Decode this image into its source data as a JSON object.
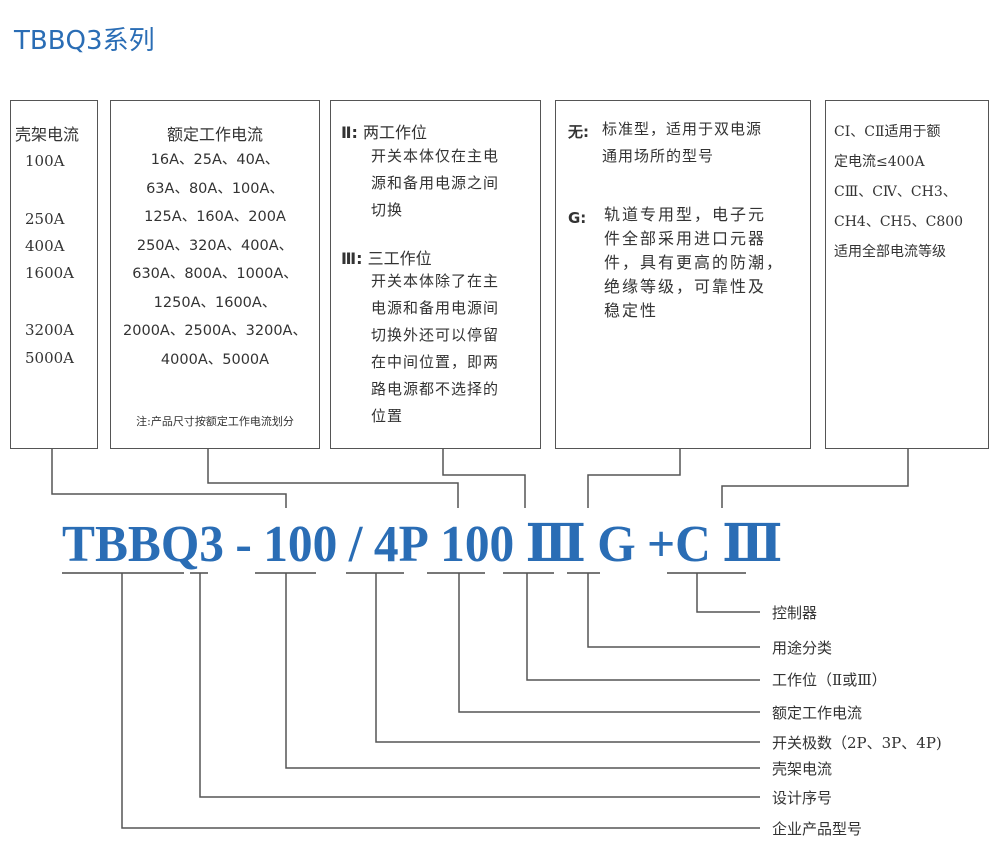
{
  "title": "TBBQ3系列",
  "box1": {
    "heading": "壳架电流",
    "values": [
      "100A",
      "250A",
      "400A",
      "1600A",
      "3200A",
      "5000A"
    ]
  },
  "box2": {
    "heading": "额定工作电流",
    "lines": [
      "16A、25A、40A、",
      "63A、80A、100A、",
      "125A、160A、200A",
      "250A、320A、400A、",
      "630A、800A、1000A、",
      "1250A、1600A、",
      "2000A、2500A、3200A、",
      "4000A、5000A"
    ],
    "note": "注:产品尺寸按额定工作电流划分"
  },
  "box3": {
    "a_key": "Ⅱ:",
    "a_title": "两工作位",
    "a_lines": [
      "开关本体仅在主电",
      "源和备用电源之间",
      "切换"
    ],
    "b_key": "Ⅲ:",
    "b_title": "三工作位",
    "b_lines": [
      "开关本体除了在主",
      "电源和备用电源间",
      "切换外还可以停留",
      "在中间位置，即两",
      "路电源都不选择的",
      "位置"
    ]
  },
  "box4": {
    "a_key": "无:",
    "a_lines": [
      "标准型，适用于双电源",
      "通用场所的型号"
    ],
    "b_key": "G:",
    "b_lines": [
      "轨道专用型，电子元",
      "件全部采用进口元器",
      "件，具有更高的防潮，",
      "绝缘等级，可靠性及",
      "稳定性"
    ]
  },
  "box5": {
    "lines": [
      "CⅠ、CⅡ适用于额",
      "定电流≤400A",
      "CⅢ、CⅣ、CH3、",
      "CH4、CH5、C800",
      "适用全部电流等级"
    ]
  },
  "code": {
    "p1": "TBBQ3",
    "p2": "-",
    "p3": "100",
    "p4": "/",
    "p5": "4P",
    "p6": "100",
    "p7": "Ⅲ",
    "p8": "G",
    "p9": "+C",
    "p10": "Ⅲ"
  },
  "labels": [
    "控制器",
    "用途分类",
    "工作位（Ⅱ或Ⅲ）",
    "额定工作电流",
    "开关极数（2P、3P、4P)",
    "壳架电流",
    "设计序号",
    "企业产品型号"
  ],
  "colors": {
    "accent": "#2a6db5",
    "line": "#555555"
  }
}
